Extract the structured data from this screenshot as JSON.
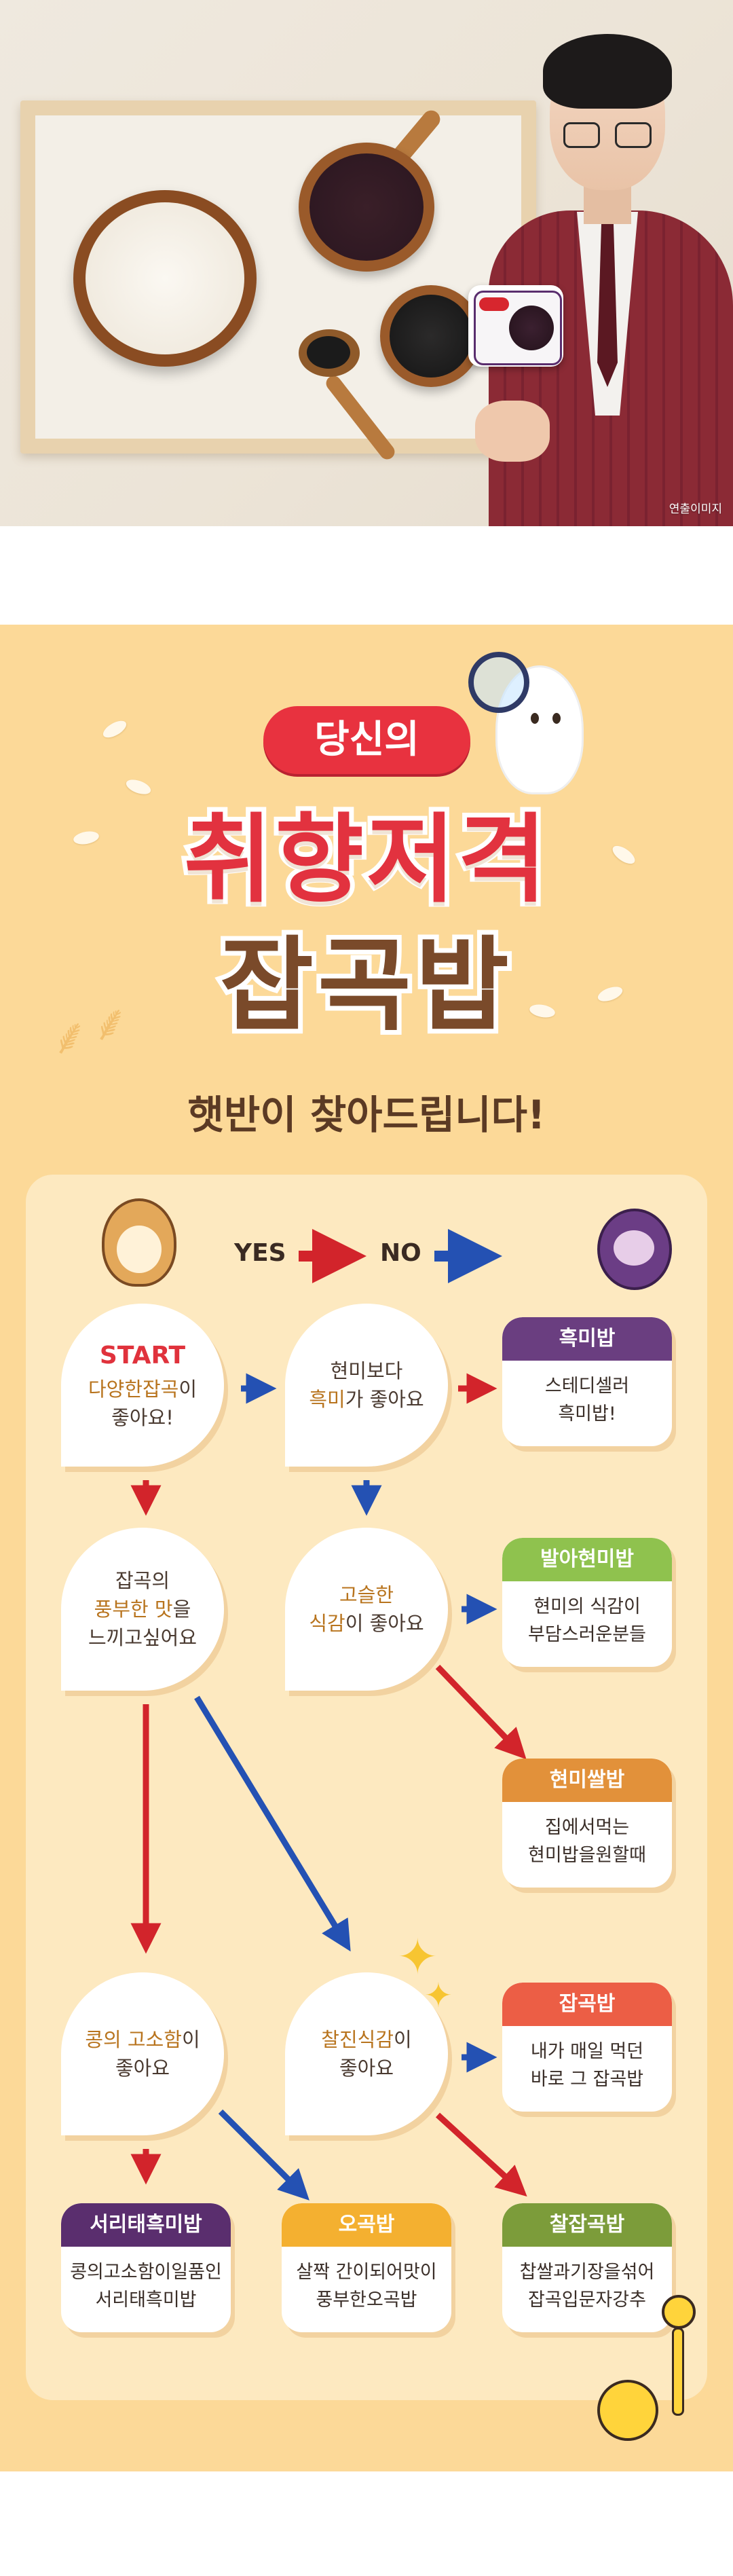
{
  "photo": {
    "caption": "연출이미지"
  },
  "header": {
    "pill": "당신의",
    "title_line1": "취향저격",
    "title_line2": "잡곡밥",
    "subtitle": "햇반이 찾아드립니다!"
  },
  "legend": {
    "yes": "YES",
    "no": "NO"
  },
  "flow": {
    "start": {
      "label": "START",
      "line1_accent": "다양한잡곡",
      "line1_rest": "이",
      "line2": "좋아요!"
    },
    "q_brown": {
      "line1": "현미보다",
      "line2_accent": "흑미",
      "line2_rest": "가 좋아요"
    },
    "q_rich": {
      "line1": "잡곡의",
      "line2_accent": "풍부한 맛",
      "line2_rest": "을",
      "line3": "느끼고싶어요"
    },
    "q_texture": {
      "line1_accent": "고슬한",
      "line2_accent": "식감",
      "line2_rest": "이 좋아요"
    },
    "q_bean": {
      "line1_accent": "콩의 고소함",
      "line1_rest": "이",
      "line2": "좋아요"
    },
    "q_chewy": {
      "line1_accent": "찰진식감",
      "line1_rest": "이",
      "line2": "좋아요"
    }
  },
  "results": [
    {
      "title": "흑미밥",
      "line1": "스테디셀러",
      "line2": "흑미밥!",
      "color": "#6a3e80"
    },
    {
      "title": "발아현미밥",
      "line1": "현미의 식감이",
      "line2": "부담스러운분들",
      "color": "#8fc24e"
    },
    {
      "title": "현미쌀밥",
      "line1": "집에서먹는",
      "line2": "현미밥을원할때",
      "color": "#e2913a"
    },
    {
      "title": "잡곡밥",
      "line1": "내가 매일 먹던",
      "line2": "바로 그 잡곡밥",
      "color": "#ec5e45"
    },
    {
      "title": "서리태흑미밥",
      "line1": "콩의고소함이일품인",
      "line2": "서리태흑미밥",
      "color": "#5a2e6e"
    },
    {
      "title": "오곡밥",
      "line1": "살짝 간이되어맛이",
      "line2": "풍부한오곡밥",
      "color": "#f4b030"
    },
    {
      "title": "찰잡곡밥",
      "line1": "찹쌀과기장을섞어",
      "line2": "잡곡입문자강추",
      "color": "#7c9c3a"
    }
  ],
  "colors": {
    "yes_arrow": "#d2242b",
    "no_arrow": "#2451b3",
    "background": "#fcd998",
    "panel": "#fde9c0"
  }
}
